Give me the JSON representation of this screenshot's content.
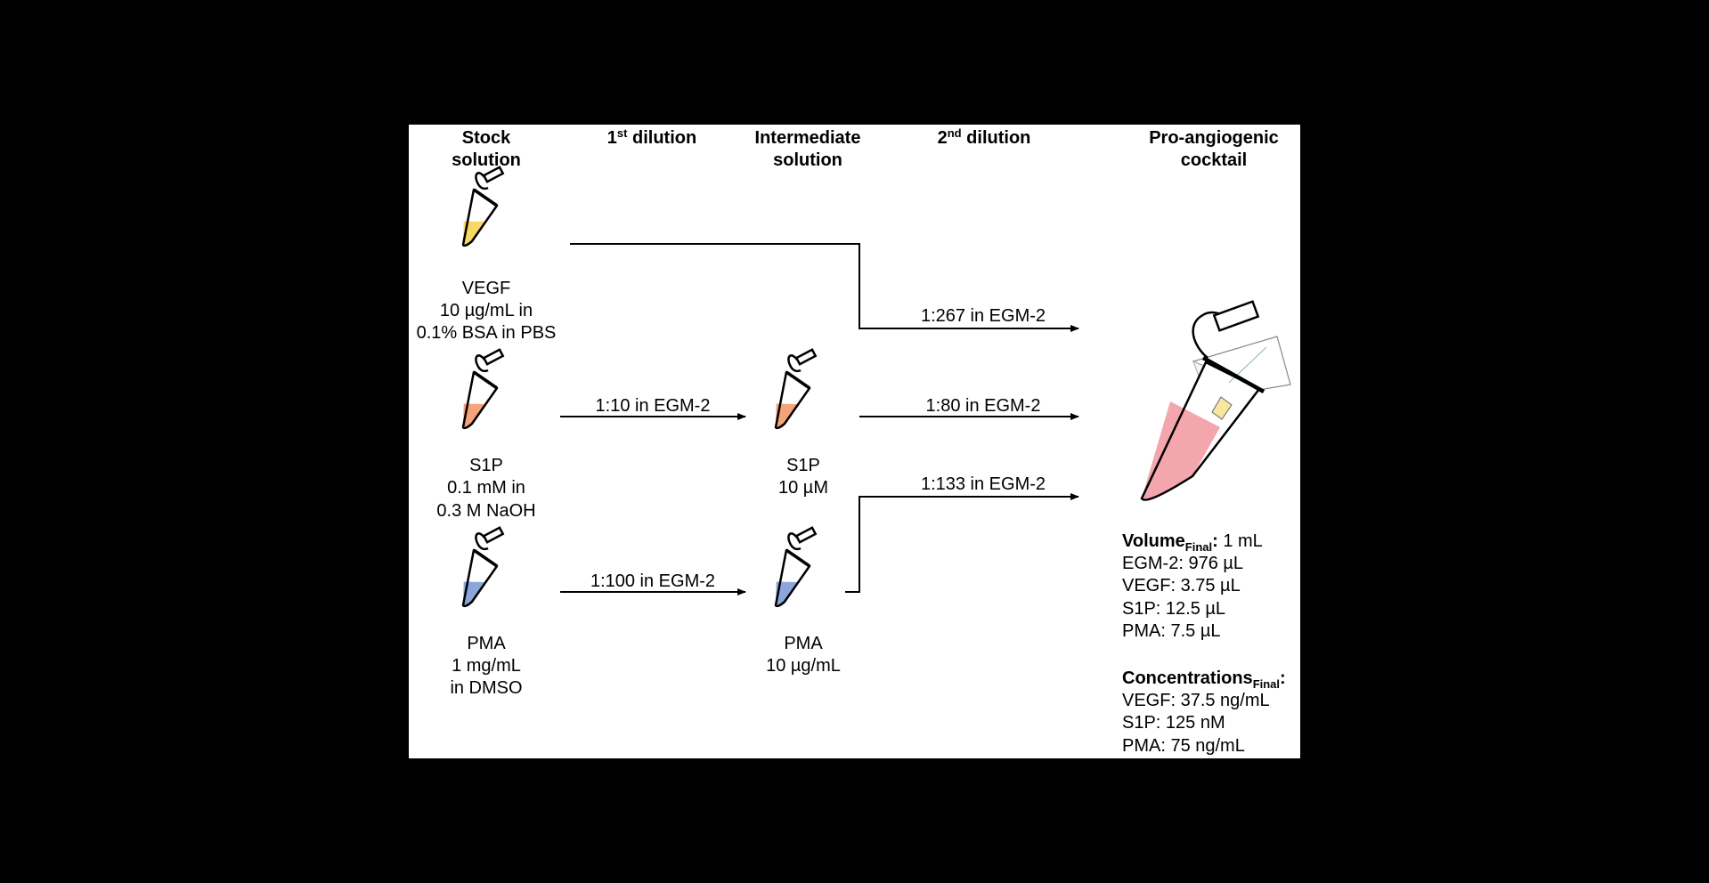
{
  "headers": {
    "stock": [
      "Stock",
      "solution"
    ],
    "first_dilution": {
      "base": "1",
      "sup": "st",
      "rest": " dilution"
    },
    "intermediate": [
      "Intermediate",
      "solution"
    ],
    "second_dilution": {
      "base": "2",
      "sup": "nd",
      "rest": " dilution"
    },
    "cocktail": [
      "Pro-angiogenic",
      "cocktail"
    ]
  },
  "stocks": [
    {
      "name": "VEGF",
      "lines": [
        "VEGF",
        "10 µg/mL in",
        "0.1% BSA in PBS"
      ],
      "color": "#f7d766"
    },
    {
      "name": "S1P",
      "lines": [
        "S1P",
        "0.1 mM in",
        "0.3 M NaOH"
      ],
      "color": "#f5a37a"
    },
    {
      "name": "PMA",
      "lines": [
        "PMA",
        "1 mg/mL",
        "in DMSO"
      ],
      "color": "#8aa6dc"
    }
  ],
  "first_dilutions": {
    "s1p": "1:10 in EGM-2",
    "pma": "1:100 in EGM-2"
  },
  "intermediates": [
    {
      "name": "S1P",
      "lines": [
        "S1P",
        "10 µM"
      ],
      "color": "#f5a37a"
    },
    {
      "name": "PMA",
      "lines": [
        "PMA",
        "10 µg/mL"
      ],
      "color": "#8aa6dc"
    }
  ],
  "second_dilutions": {
    "vegf": "1:267 in EGM-2",
    "s1p": "1:80 in EGM-2",
    "pma": "1:133 in EGM-2"
  },
  "final_tube": {
    "liquid_color": "#f4a6ae"
  },
  "summary": {
    "volume_title": {
      "base": "Volume",
      "sub": "Final",
      "suffix": ":",
      "value": " 1 mL"
    },
    "volumes": [
      "EGM-2: 976 µL",
      "VEGF: 3.75 µL",
      "S1P: 12.5 µL",
      "PMA: 7.5 µL"
    ],
    "conc_title": {
      "base": "Concentrations",
      "sub": "Final",
      "suffix": ":"
    },
    "concentrations": [
      "VEGF: 37.5 ng/mL",
      "S1P: 125 nM",
      "PMA: 75 ng/mL"
    ]
  }
}
